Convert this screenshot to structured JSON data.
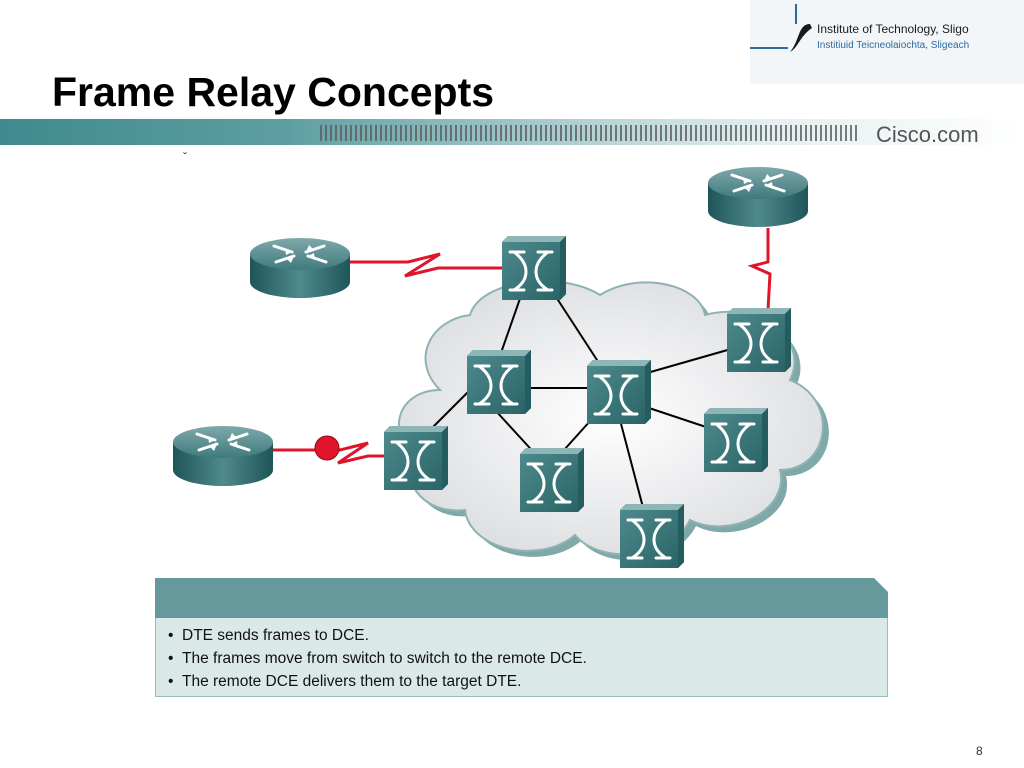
{
  "header": {
    "title": "Frame Relay Concepts",
    "logo_line1": "Institute of Technology, Sligo",
    "logo_line2": "Institiuid Teicneolaiochta, Sligeach",
    "brand": "Cisco.com",
    "mark": "ˇ"
  },
  "diagram": {
    "devices": [
      "router",
      "router",
      "router",
      "frame-relay-switch",
      "frame-relay-switch",
      "frame-relay-switch",
      "frame-relay-switch",
      "frame-relay-switch",
      "frame-relay-switch",
      "frame-relay-switch",
      "frame-relay-switch"
    ],
    "colors": {
      "cloud": "#e9eaec",
      "cloud_edge": "#7fa9a9",
      "device_teal": "#2f6f73",
      "link_red": "#e0142a",
      "frame_dot": "#e0142a"
    }
  },
  "notes": {
    "bullets": [
      "DTE sends frames to DCE.",
      "The frames move from switch to switch to the remote DCE.",
      "The remote DCE delivers them to the target DTE."
    ]
  },
  "footer": {
    "page_number": "8"
  }
}
